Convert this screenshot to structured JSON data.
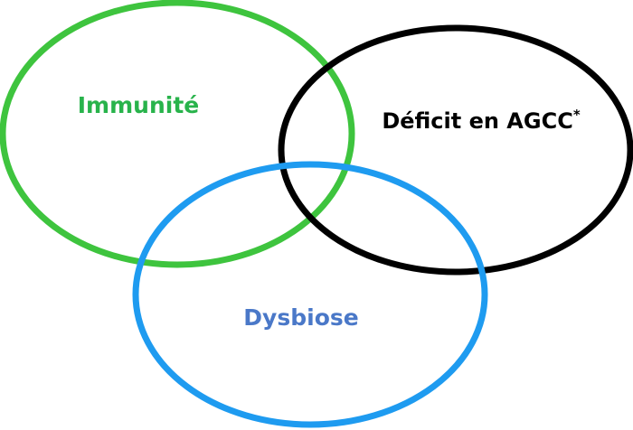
{
  "diagram": {
    "circles": [
      {
        "id": "immunite",
        "label": "Immunité",
        "stroke": "#3ec43e",
        "label_color": "#28b34b"
      },
      {
        "id": "deficit",
        "label": "Déficit en AGCC",
        "label_suffix": "*",
        "stroke": "#000000",
        "label_color": "#000000"
      },
      {
        "id": "dysbiose",
        "label": "Dysbiose",
        "stroke": "#1e9bf0",
        "label_color": "#4a78c8"
      }
    ]
  }
}
